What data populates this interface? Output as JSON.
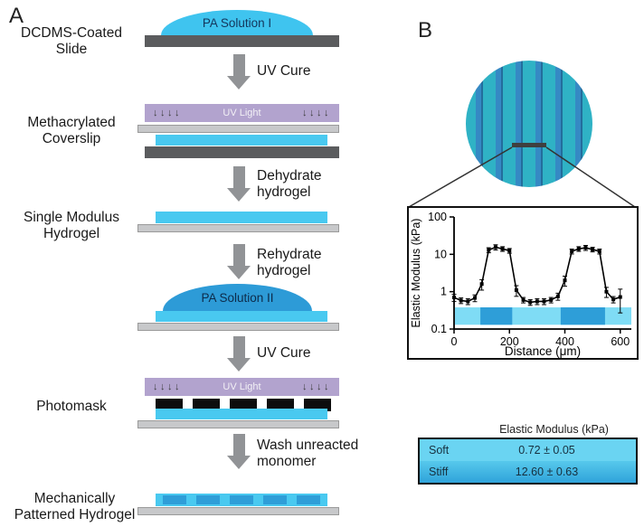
{
  "colors": {
    "hydrogel": "#49c9f0",
    "stiff": "#2e9ed8",
    "droplet1": "#3fc4ef",
    "droplet2": "#2d9bd7",
    "uv_bar": "#b2a3ce",
    "slide": "#5b5c5e",
    "coverslip": "#c7c8ca",
    "arrow": "#919396",
    "circle_teal": "#2fb2c5",
    "circle_stripe": "#3589c4",
    "circle_stripe_dark": "#236d9c",
    "table_soft_row": "#6ad4f2",
    "table_stiff_row_top": "#57c9ec",
    "table_stiff_row_bottom": "#2fa3da"
  },
  "panelA": {
    "label": "A",
    "steps": [
      {
        "label": "DCDMS-Coated\nSlide"
      },
      {
        "label": "Methacrylated\nCoverslip"
      },
      {
        "label": "Single Modulus\nHydrogel"
      },
      {
        "label": "Photomask"
      },
      {
        "label": "Mechanically\nPatterned Hydrogel"
      }
    ],
    "arrows": [
      {
        "label": "UV Cure"
      },
      {
        "label": "Dehydrate\nhydrogel"
      },
      {
        "label": "Rehydrate\nhydrogel"
      },
      {
        "label": "UV Cure"
      },
      {
        "label": "Wash unreacted\nmonomer"
      }
    ],
    "droplet1_label": "PA Solution I",
    "droplet2_label": "PA Solution II",
    "uv_light_label": "UV Light",
    "uv_arrows_glyph": "↓↓↓↓"
  },
  "panelB": {
    "label": "B",
    "table": {
      "header": "Elastic Modulus (kPa)",
      "rows": [
        {
          "name": "Soft",
          "value": "0.72 ± 0.05"
        },
        {
          "name": "Stiff",
          "value": "12.60 ± 0.63"
        }
      ]
    }
  },
  "chart_data": {
    "type": "line",
    "title": "",
    "xlabel": "Distance (μm)",
    "ylabel": "Elastic Modulus (kPa)",
    "yscale": "log",
    "xlim": [
      0,
      640
    ],
    "ylim": [
      0.1,
      100
    ],
    "xticks": [
      0,
      200,
      400,
      600
    ],
    "yticks": [
      0.1,
      1,
      10,
      100
    ],
    "marker": "square",
    "line_color": "#000000",
    "x": [
      0,
      25,
      50,
      75,
      100,
      125,
      150,
      175,
      200,
      225,
      250,
      275,
      300,
      325,
      350,
      375,
      400,
      425,
      450,
      475,
      500,
      525,
      550,
      575,
      600
    ],
    "y": [
      0.7,
      0.58,
      0.55,
      0.68,
      1.6,
      13,
      15.5,
      14,
      12.5,
      1.1,
      0.6,
      0.52,
      0.55,
      0.55,
      0.6,
      0.75,
      2.0,
      12,
      14,
      15,
      13.5,
      12,
      1.0,
      0.62,
      0.72
    ],
    "yerr": [
      0.15,
      0.1,
      0.1,
      0.14,
      0.5,
      2.0,
      2.5,
      2.0,
      1.8,
      0.35,
      0.1,
      0.09,
      0.1,
      0.1,
      0.1,
      0.16,
      0.6,
      1.8,
      2.0,
      2.3,
      1.9,
      1.8,
      0.3,
      0.12,
      0.45
    ],
    "strip": {
      "y_bottom": 0.13,
      "y_top": 0.38,
      "soft_color": "#7fdcf5",
      "stiff_color": "#2e9ed8",
      "stiff_segments_um": [
        [
          95,
          210
        ],
        [
          385,
          545
        ]
      ]
    }
  }
}
